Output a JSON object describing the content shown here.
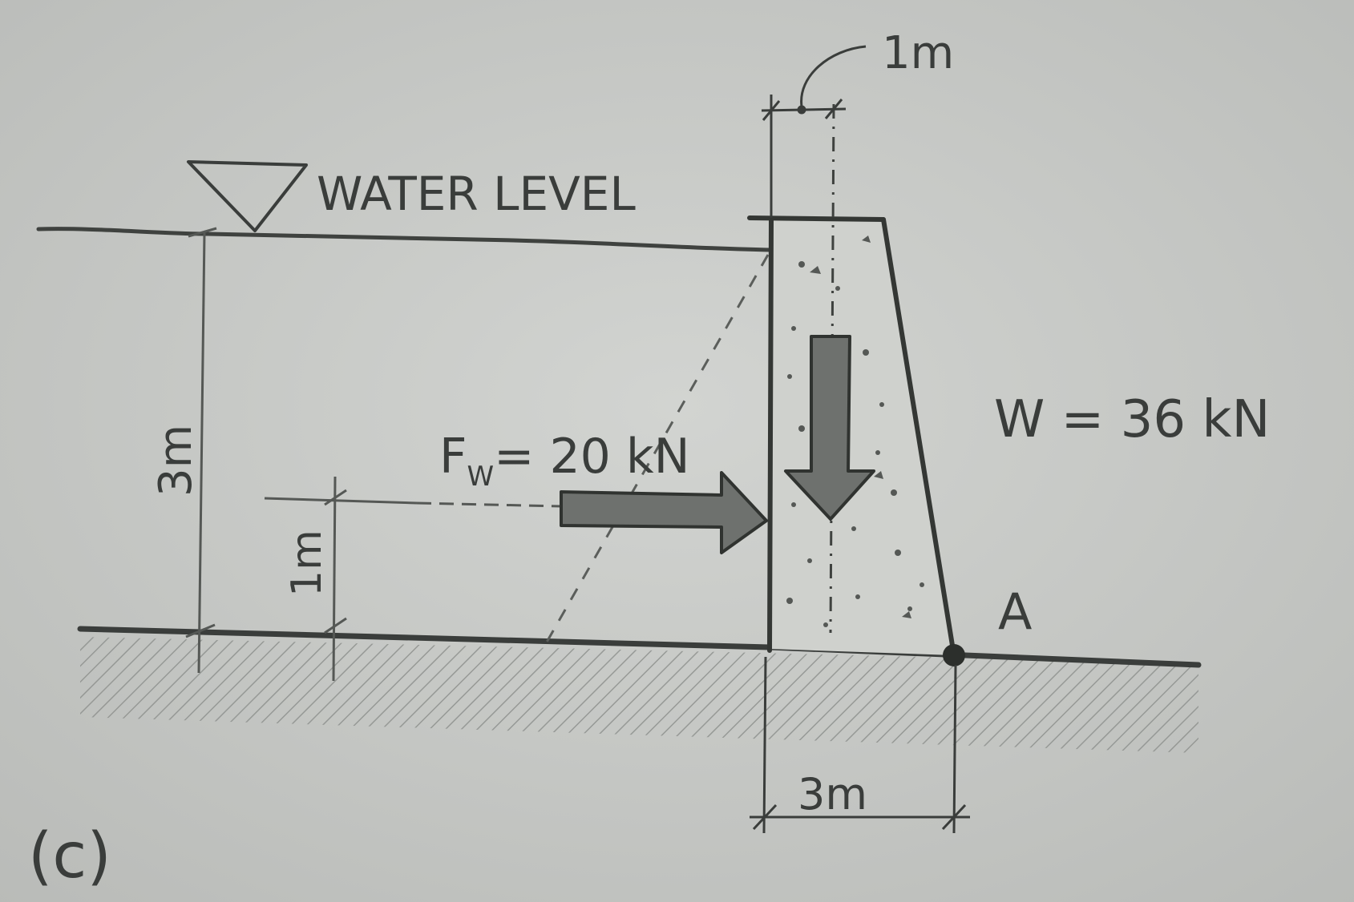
{
  "figure": {
    "label": "(c)",
    "water_level_label": "WATER LEVEL",
    "top_width_label": "1m",
    "water_depth_label": "3m",
    "force_height_label": "1m",
    "base_width_label": "3m",
    "water_force_label_prefix": "F",
    "water_force_label_sub": "W",
    "water_force_label_value": "= 20 kN",
    "weight_label": "W = 36 kN",
    "point_label": "A"
  }
}
